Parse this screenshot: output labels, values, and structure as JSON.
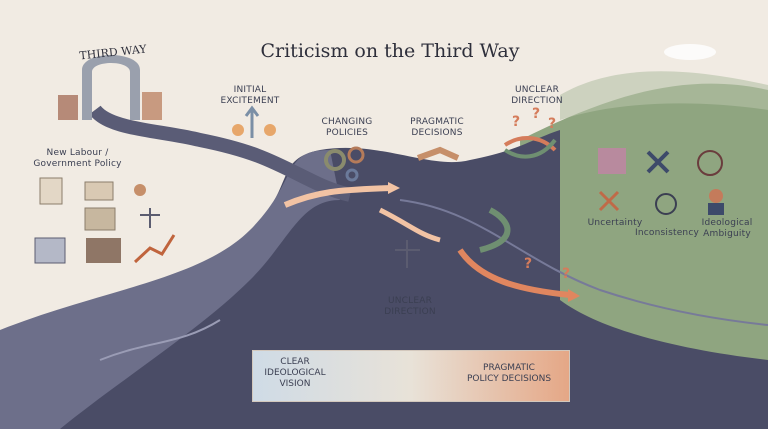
{
  "title": "Criticism on the Third Way",
  "arch_label": "THIRD WAY",
  "labels": {
    "government_policy": "New Labour /\nGovernment Policy",
    "initial_excitement": "INITIAL\nEXCITEMENT",
    "changing_policies": "CHANGING\nPOLICIES",
    "pragmatic_decisions": "PRAGMATIC\nDECISIONS",
    "unclear_direction_top": "UNCLEAR\nDIRECTION",
    "unclear_direction_bottom": "UNCLEAR\nDIRECTION",
    "uncertainty": "Uncertainty",
    "inconsistency": "Inconsistency",
    "ideological_ambiguity": "Ideological\nAmbiguity"
  },
  "spectrum": {
    "left": "CLEAR\nIDEOLOGICAL\nVISION",
    "right": "PRAGMATIC\nPOLICY DECISIONS"
  },
  "colors": {
    "river": "#4a4c66",
    "hill": "#8a9f7a",
    "arrow_orange": "#e0865f",
    "arrow_green": "#6f8f71"
  }
}
